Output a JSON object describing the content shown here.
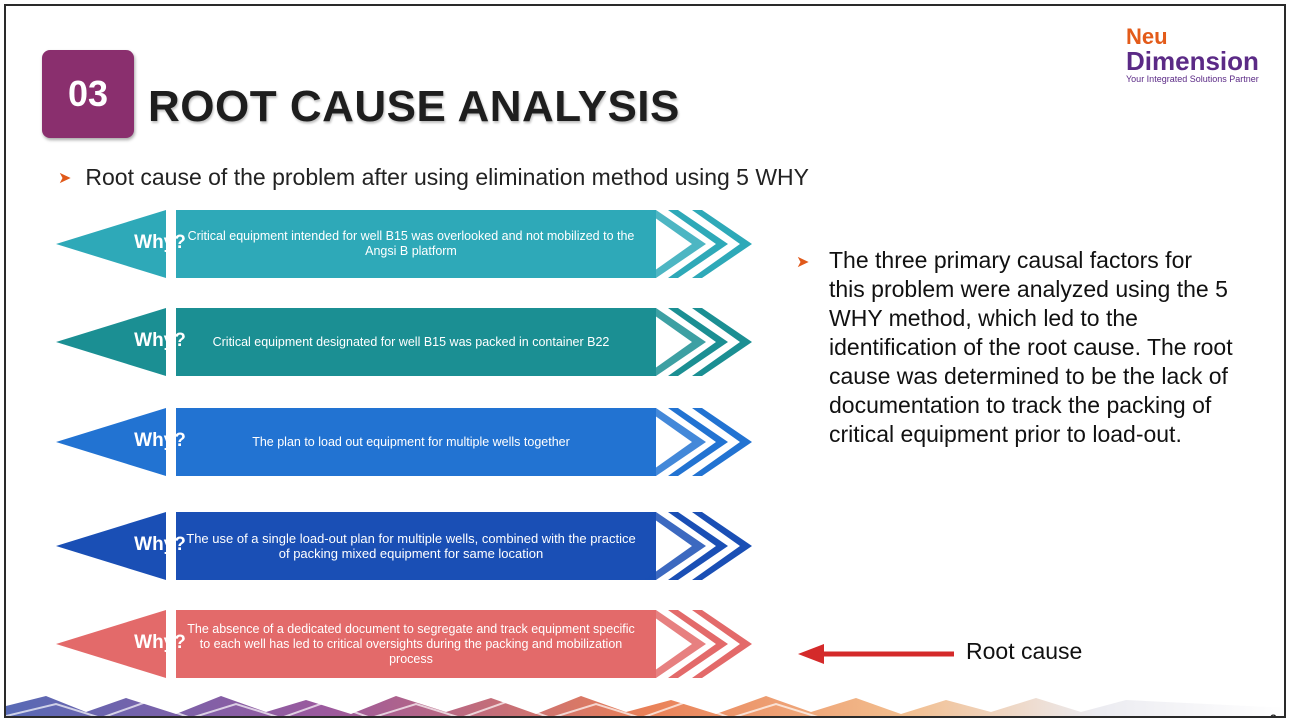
{
  "header": {
    "section_number": "03",
    "title": "ROOT CAUSE ANALYSIS"
  },
  "logo": {
    "line1": "Neu",
    "line2": "Dimension",
    "tagline": "Your Integrated Solutions Partner"
  },
  "intro_bullet": "Root cause of the problem after using elimination method using 5 WHY",
  "whys": [
    {
      "label": "Why?",
      "text": "Critical equipment intended for well B15 was overlooked and not mobilized to the Angsi B platform",
      "color": "#2ea9b8"
    },
    {
      "label": "Why?",
      "text": "Critical equipment designated for well B15 was  packed in container B22",
      "color": "#1b8f93"
    },
    {
      "label": "Why?",
      "text": "The plan to load out equipment for multiple wells together",
      "color": "#2273d2"
    },
    {
      "label": "Why?",
      "text": "The use of a single load-out plan for multiple wells, combined with the practice of packing mixed equipment for same location",
      "color": "#1a4fb5"
    },
    {
      "label": "Why?",
      "text": "The absence of a dedicated document to segregate and track equipment specific to each well has led to critical oversights during the packing and mobilization process",
      "color": "#e36a6a"
    }
  ],
  "side_bullet": "The three primary causal factors for this problem were analyzed using the 5 WHY method, which led to the identification of the root cause. The root cause was determined to be the lack of documentation to track the packing of critical equipment prior to load-out.",
  "root_cause_label": "Root cause",
  "page_number": "8",
  "colors": {
    "badge": "#8a2f6e",
    "logo_orange": "#e35b1a",
    "logo_purple": "#5b2a86",
    "root_arrow": "#d42a2a"
  }
}
